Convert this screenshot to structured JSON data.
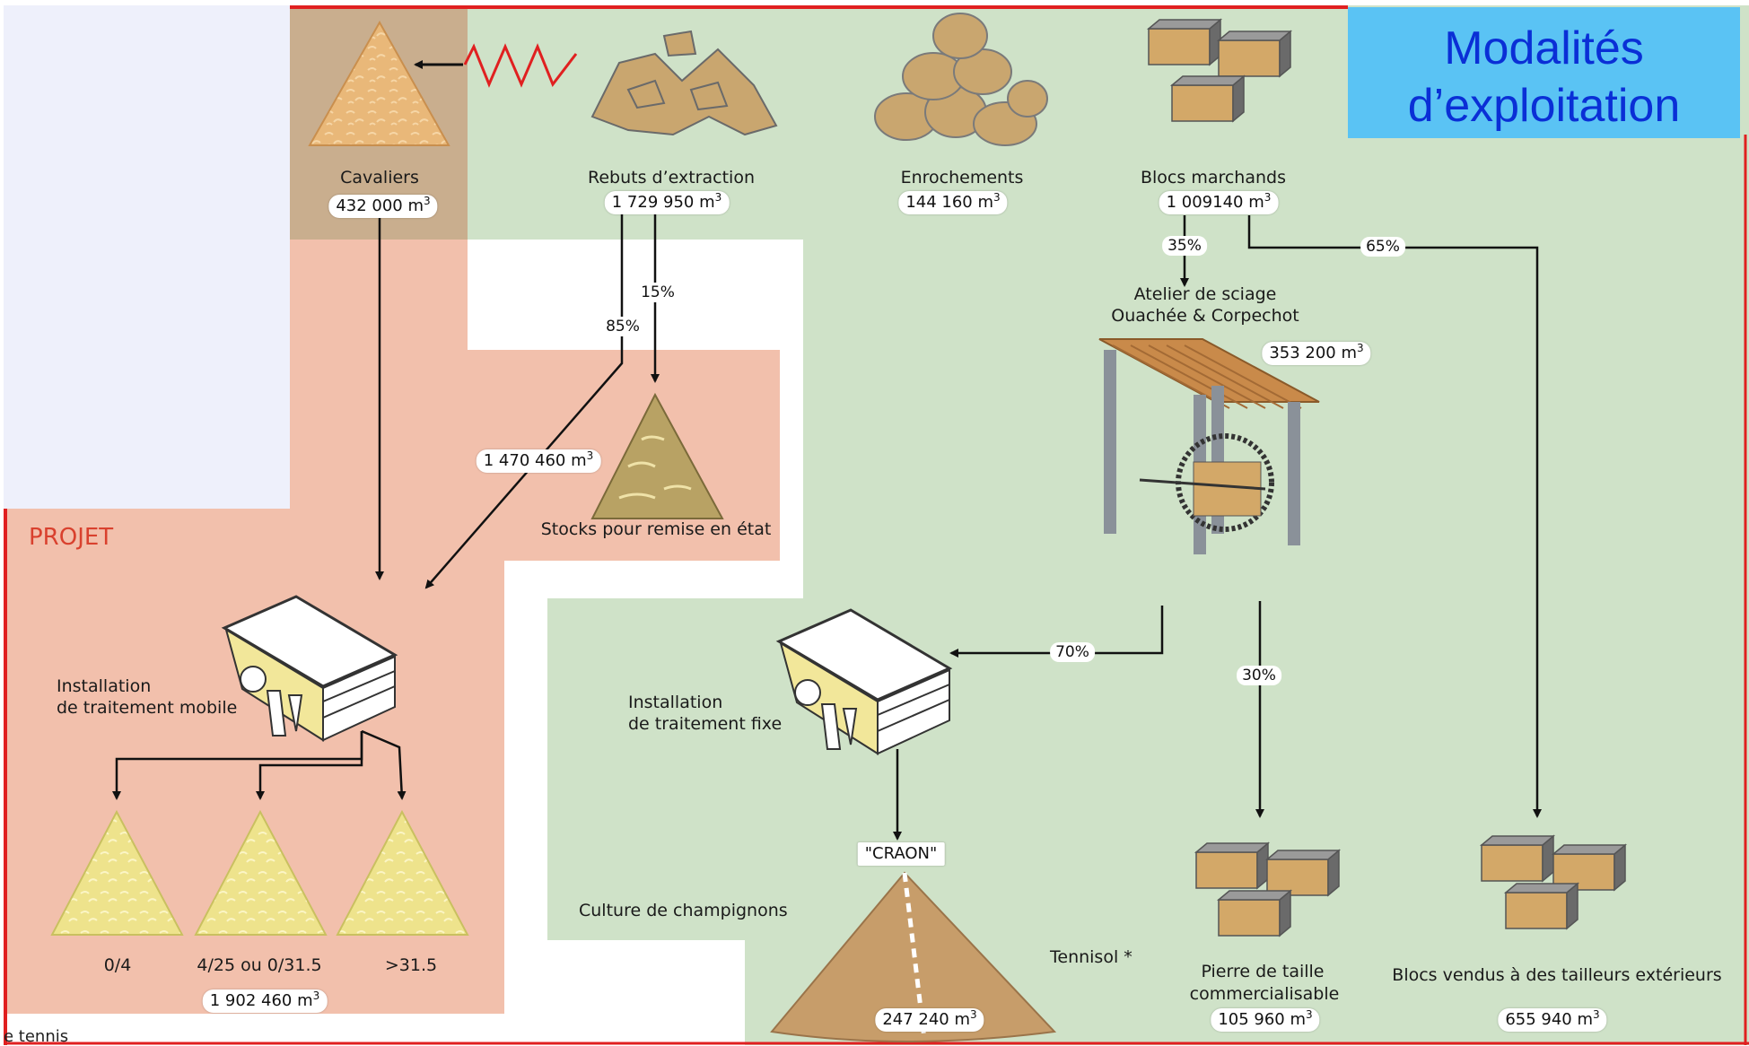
{
  "title": "Modalités\nd’exploitation",
  "projet_label": "PROJET",
  "bottom_fragment": "e tennis",
  "colors": {
    "green_bg": "#cfe2c8",
    "salmon_bg": "#f2c0ac",
    "brown_bg": "#c9ae8e",
    "title_bg": "#5ac3f4",
    "title_text": "#0a2fd6",
    "projet_text": "#d9412e",
    "frame": "#e02020"
  },
  "nodes": {
    "cavaliers": {
      "label": "Cavaliers",
      "volume": "432 000 m",
      "unit_sup": "3"
    },
    "rebuts": {
      "label": "Rebuts d’extraction",
      "volume": "1 729 950 m",
      "unit_sup": "3"
    },
    "enrochements": {
      "label": "Enrochements",
      "volume": "144 160 m",
      "unit_sup": "3"
    },
    "blocs_marchands": {
      "label": "Blocs marchands",
      "volume": "1 009140 m",
      "unit_sup": "3"
    },
    "atelier": {
      "line1": "Atelier de sciage",
      "line2": "Ouachée & Corpechot",
      "volume": "353 200 m",
      "unit_sup": "3"
    },
    "stocks": {
      "label": "Stocks pour remise en état"
    },
    "rebuts_flow": {
      "volume": "1 470 460 m",
      "unit_sup": "3"
    },
    "installation_mobile": {
      "line1": "Installation",
      "line2": "de traitement mobile"
    },
    "installation_fixe": {
      "line1": "Installation",
      "line2": "de traitement fixe"
    },
    "granulats": {
      "labels": [
        "0/4",
        "4/25 ou 0/31.5",
        ">31.5"
      ],
      "volume": "1 902 460 m",
      "unit_sup": "3"
    },
    "craon": {
      "label": "\"CRAON\"",
      "volume": "247 240 m",
      "unit_sup": "3",
      "culture": "Culture de champignons",
      "tennisol": "Tennisol *"
    },
    "pierre_taille": {
      "line1": "Pierre de taille",
      "line2": "commercialisable",
      "volume": "105 960 m",
      "unit_sup": "3"
    },
    "blocs_vendus": {
      "label": "Blocs vendus à des tailleurs extérieurs",
      "volume": "655 940 m",
      "unit_sup": "3"
    }
  },
  "percentages": {
    "p15": "15%",
    "p85": "85%",
    "p35": "35%",
    "p65": "65%",
    "p70": "70%",
    "p30": "30%"
  }
}
